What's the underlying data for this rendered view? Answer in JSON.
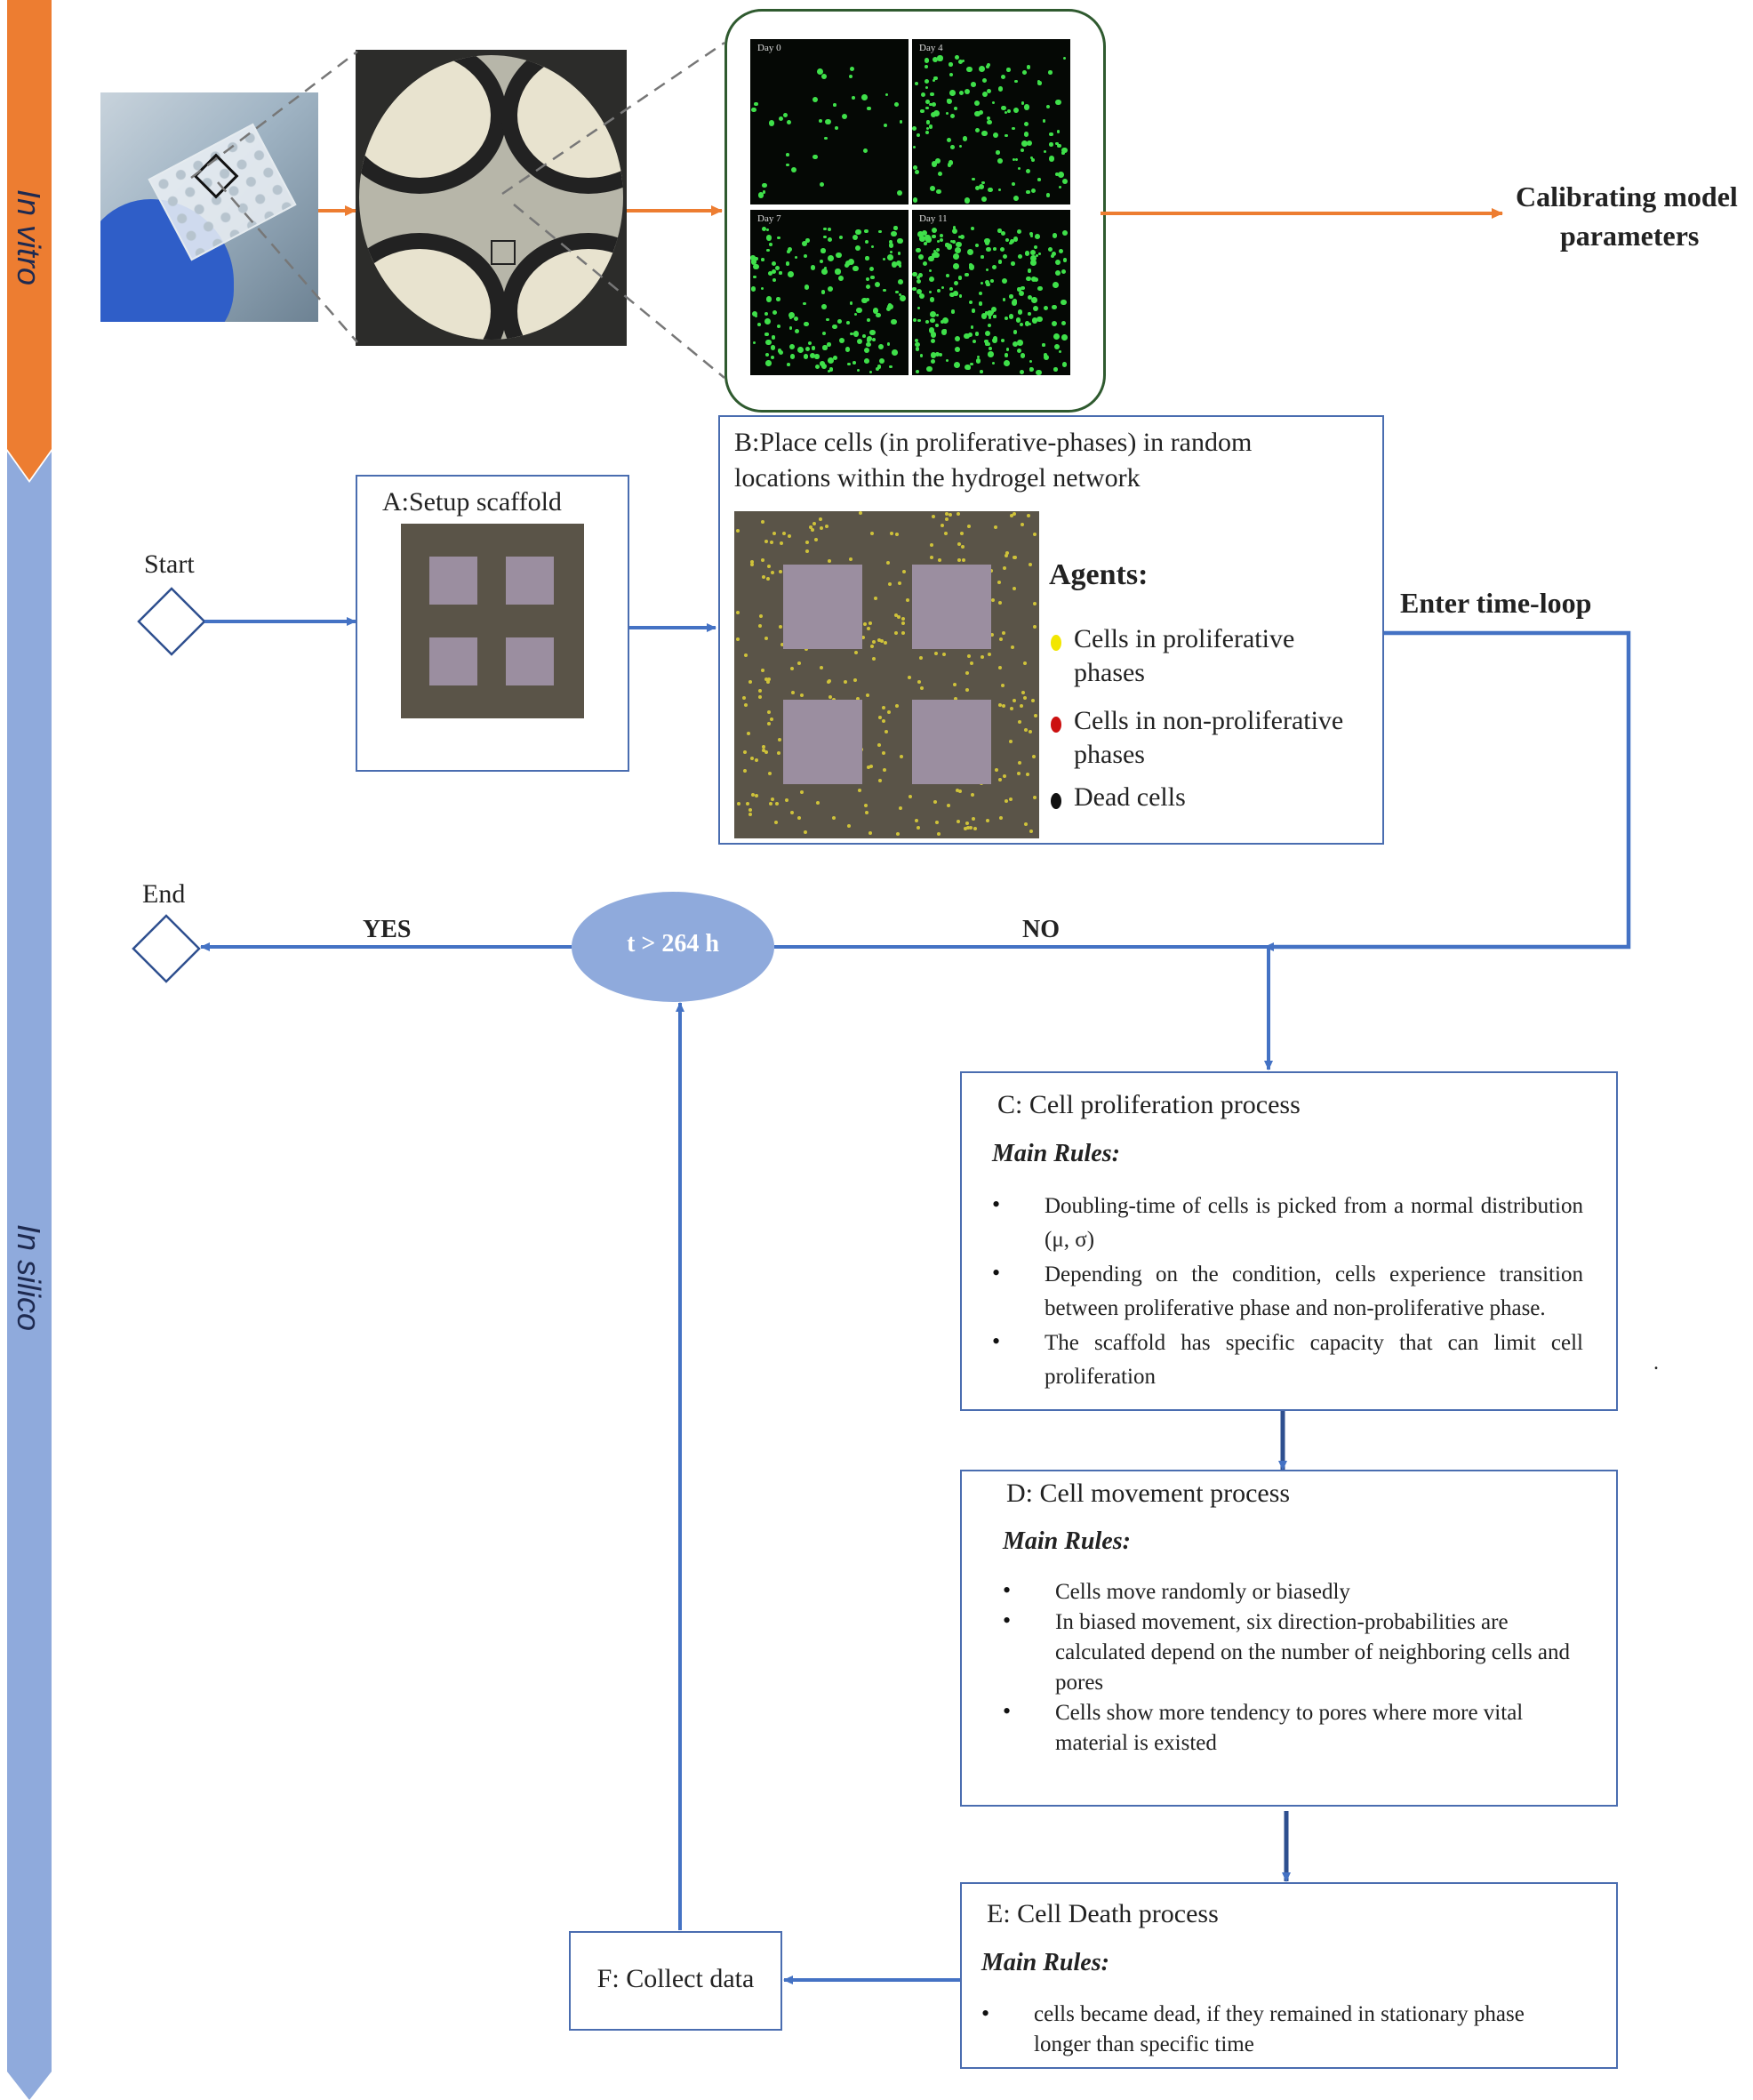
{
  "bands": {
    "in_vitro": "In vitro",
    "in_silico": "In silico"
  },
  "micro_panels": [
    "Day 0",
    "Day 4",
    "Day 7",
    "Day 11"
  ],
  "calibrating": {
    "line1": "Calibrating model",
    "line2": "parameters"
  },
  "start_label": "Start",
  "end_label": "End",
  "box_a": {
    "title": "A:Setup scaffold"
  },
  "box_b": {
    "title_line1": "B:Place cells (in proliferative-phases) in random",
    "title_line2": "locations within the hydrogel network",
    "agents_title": "Agents:",
    "agents": [
      {
        "line1": "Cells in proliferative",
        "line2": "phases",
        "color": "#f2e600"
      },
      {
        "line1": "Cells in non-proliferative",
        "line2": "phases",
        "color": "#cc1010"
      },
      {
        "line1": "Dead cells",
        "line2": "",
        "color": "#111111"
      }
    ]
  },
  "enter_loop": "Enter time-loop",
  "decision": {
    "label": "t > 264 h",
    "yes": "YES",
    "no": "NO"
  },
  "box_c": {
    "title": "C: Cell proliferation process",
    "rules_head": "Main Rules:",
    "rules": [
      "Doubling-time of cells is picked from a normal distribution (μ, σ)",
      "Depending on the condition, cells experience transition between proliferative phase and non-proliferative phase.",
      "The scaffold has specific capacity that can limit cell proliferation"
    ]
  },
  "box_d": {
    "title": "D: Cell movement process",
    "rules_head": "Main Rules:",
    "rules": [
      "Cells move randomly or biasedly",
      "In biased movement, six direction-probabilities are calculated depend on the number of neighboring cells and pores",
      "Cells show more tendency to pores where more vital material is existed"
    ]
  },
  "box_e": {
    "title": "E: Cell Death process",
    "rules_head": "Main Rules:",
    "rules": [
      "cells became dead, if they remained in stationary phase longer than specific time"
    ]
  },
  "box_f": {
    "title": "F: Collect data"
  },
  "stray_mark": ".",
  "colors": {
    "in_vitro_band": "#ed7d31",
    "in_silico_band": "#8faadc",
    "flow_blue": "#4472c4",
    "flow_orange": "#ed7d31",
    "decision_fill": "#8faadc"
  }
}
